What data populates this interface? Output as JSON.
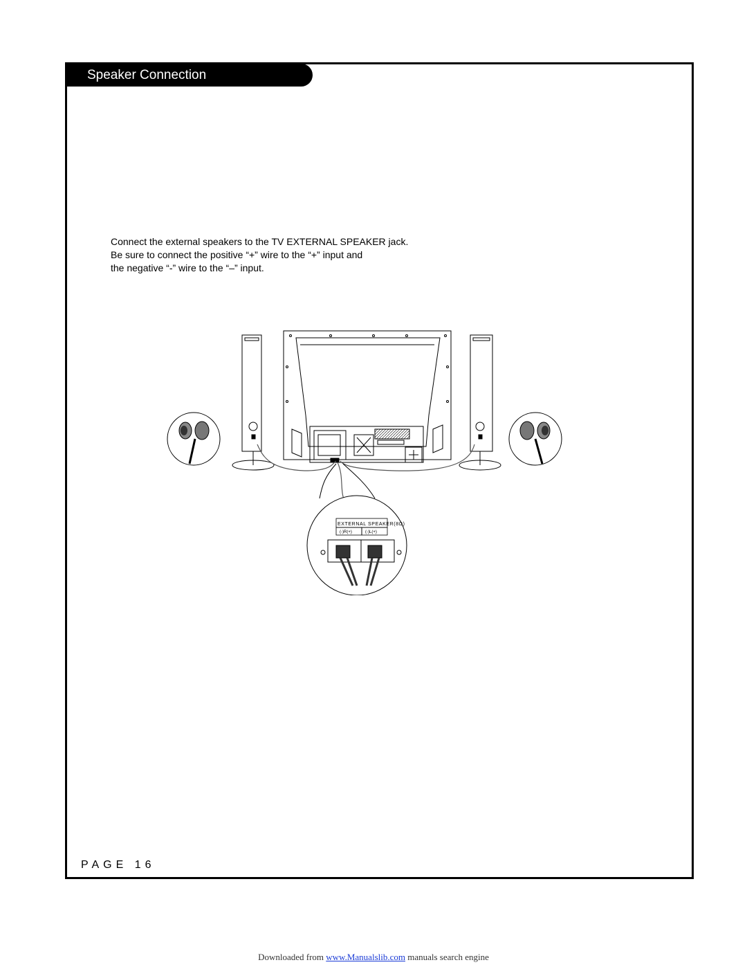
{
  "header": {
    "title": "Speaker Connection"
  },
  "instructions": {
    "line1_pre": "Connect the external speakers to the ",
    "line1_term": "TV EXTERNAL SPEAKER",
    "line1_post": " jack.",
    "line2_pre": "Be sure to connect the positive ",
    "line2_sym": "“+”",
    "line2_post": " wire to the “+” input and",
    "line3_pre": "the negative ",
    "line3_sym": "“-”",
    "line3_post": " wire to the “–” input."
  },
  "diagram": {
    "panel_label": "EXTERNAL SPEAKER(8Ω)",
    "right_terminal": "(-)R(+)",
    "left_terminal": "(-)L(+)",
    "icons": [
      "tv-rear-icon",
      "speaker-left-icon",
      "speaker-right-icon",
      "plug-left-icon",
      "plug-right-icon",
      "terminal-zoom-icon"
    ]
  },
  "footer_page": {
    "page_label": "PAGE 16"
  },
  "source_footer": {
    "prefix": "Downloaded from ",
    "link": "www.Manualslib.com",
    "suffix": " manuals search engine"
  },
  "colors": {
    "ink": "#000000",
    "link": "#1a3bd6"
  }
}
